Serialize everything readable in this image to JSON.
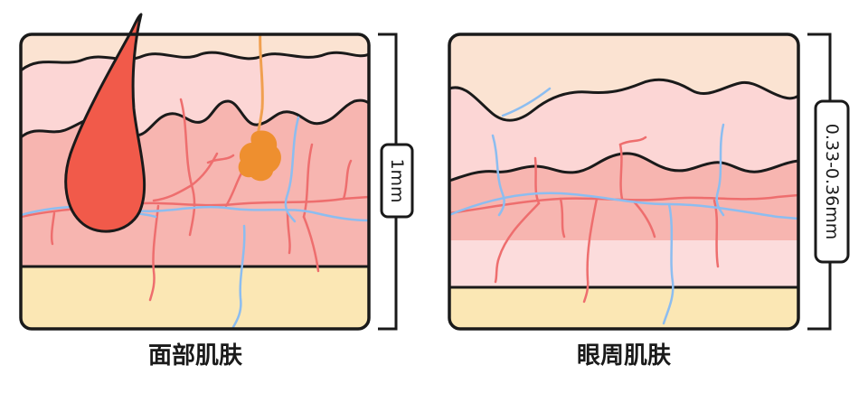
{
  "panels": {
    "face": {
      "caption": "面部肌肤",
      "thickness_label": "1mm"
    },
    "eye": {
      "caption": "眼周肌肤",
      "thickness_label": "0.33-0.36mm"
    }
  },
  "colors": {
    "outline": "#1a1a1a",
    "epidermis_top": "#fbe3d2",
    "epidermis": "#fcd6d5",
    "dermis": "#f7b5b0",
    "lower_dermis": "#fcdcdc",
    "fat": "#fbe7b4",
    "vein": "#8cbdf0",
    "artery": "#ee6e6e",
    "hair": "#f15a4a",
    "gland": "#ee8f2f",
    "gland_duct": "#f0a050"
  }
}
